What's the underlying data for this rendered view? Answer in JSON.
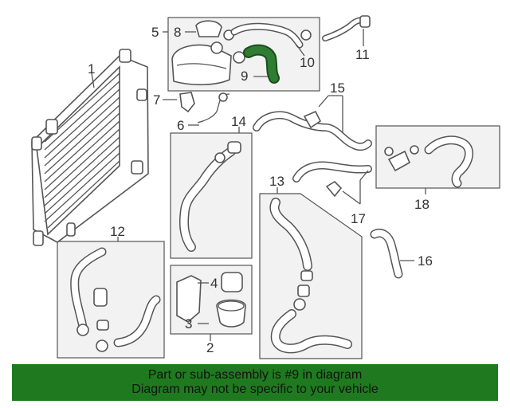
{
  "callouts": [
    "1",
    "2",
    "3",
    "4",
    "5",
    "6",
    "7",
    "8",
    "9",
    "10",
    "11",
    "12",
    "13",
    "14",
    "15",
    "16",
    "17",
    "18"
  ],
  "highlight": {
    "part": "9",
    "color": "#2e7d32"
  },
  "banner": {
    "line1": "Part or sub-assembly is #9 in diagram",
    "line2": "Diagram may not be specific to your vehicle",
    "background": "#1f7a1f"
  }
}
